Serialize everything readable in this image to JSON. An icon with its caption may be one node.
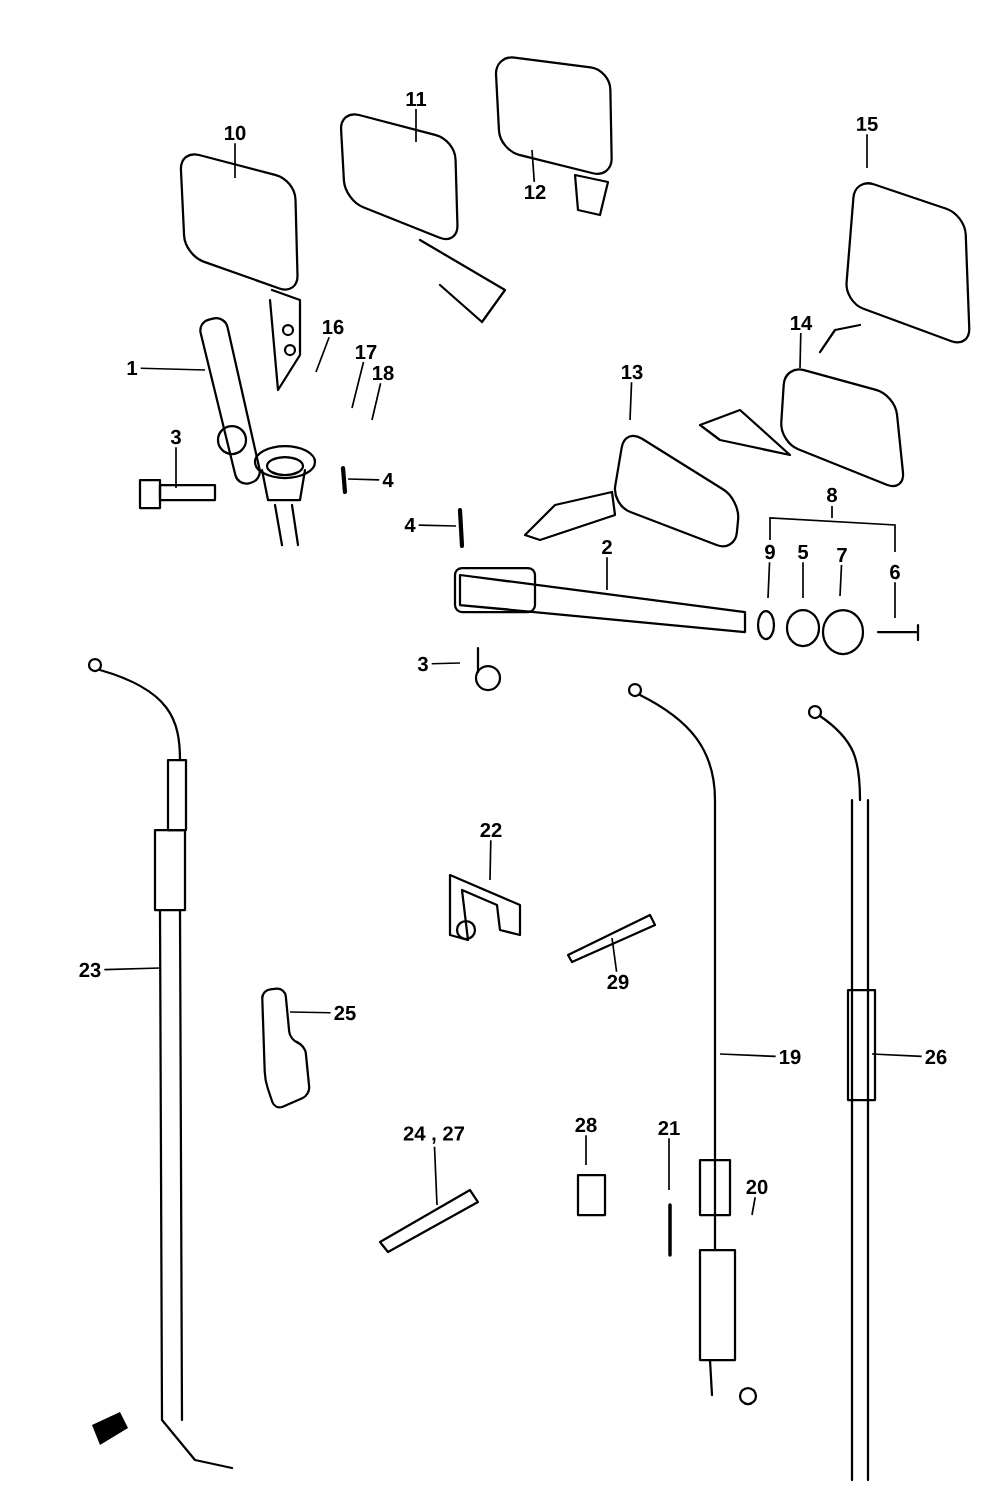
{
  "diagram": {
    "nodes": [
      {
        "text": [
          "10"
        ]
      },
      {
        "text": [
          "11"
        ]
      },
      {
        "text": [
          "12"
        ]
      },
      {
        "text": [
          "15"
        ]
      },
      {
        "text": [
          "1"
        ]
      },
      {
        "text": [
          "16"
        ]
      },
      {
        "text": [
          "17"
        ]
      },
      {
        "text": [
          "18"
        ]
      },
      {
        "text": [
          "14"
        ]
      },
      {
        "text": [
          "13"
        ]
      },
      {
        "text": [
          "3"
        ]
      },
      {
        "text": [
          "4"
        ]
      },
      {
        "text": [
          "4"
        ]
      },
      {
        "text": [
          "2"
        ]
      },
      {
        "text": [
          "8"
        ]
      },
      {
        "text": [
          "9"
        ]
      },
      {
        "text": [
          "5"
        ]
      },
      {
        "text": [
          "7"
        ]
      },
      {
        "text": [
          "6"
        ]
      },
      {
        "text": [
          "3"
        ]
      },
      {
        "text": [
          "22"
        ]
      },
      {
        "text": [
          "29"
        ]
      },
      {
        "text": [
          "23"
        ]
      },
      {
        "text": [
          "25"
        ]
      },
      {
        "text": [
          "24 , 27"
        ]
      },
      {
        "text": [
          "28"
        ]
      },
      {
        "text": [
          "19"
        ]
      },
      {
        "text": [
          "26"
        ]
      },
      {
        "text": [
          "21"
        ]
      },
      {
        "text": [
          "20"
        ]
      }
    ],
    "edges": [
      {
        "from": 0,
        "to": null,
        "arrow": "none"
      },
      {
        "from": 1,
        "to": null,
        "arrow": "none"
      },
      {
        "from": 2,
        "to": null,
        "arrow": "none"
      },
      {
        "from": 3,
        "to": null,
        "arrow": "none"
      },
      {
        "from": 4,
        "to": null,
        "arrow": "none"
      },
      {
        "from": 5,
        "to": null,
        "arrow": "none"
      },
      {
        "from": 6,
        "to": null,
        "arrow": "none"
      },
      {
        "from": 7,
        "to": null,
        "arrow": "none"
      },
      {
        "from": 8,
        "to": null,
        "arrow": "none"
      },
      {
        "from": 9,
        "to": null,
        "arrow": "none"
      },
      {
        "from": 10,
        "to": null,
        "arrow": "none"
      },
      {
        "from": 11,
        "to": null,
        "arrow": "none"
      },
      {
        "from": 12,
        "to": null,
        "arrow": "none"
      },
      {
        "from": 13,
        "to": null,
        "arrow": "none"
      },
      {
        "from": 15,
        "to": null,
        "arrow": "none"
      },
      {
        "from": 16,
        "to": null,
        "arrow": "none"
      },
      {
        "from": 17,
        "to": null,
        "arrow": "none"
      },
      {
        "from": 18,
        "to": null,
        "arrow": "none"
      },
      {
        "from": 19,
        "to": null,
        "arrow": "none"
      },
      {
        "from": 20,
        "to": null,
        "arrow": "none"
      },
      {
        "from": 21,
        "to": null,
        "arrow": "none"
      },
      {
        "from": 22,
        "to": null,
        "arrow": "none"
      },
      {
        "from": 23,
        "to": null,
        "arrow": "none"
      },
      {
        "from": 24,
        "to": null,
        "arrow": "none"
      },
      {
        "from": 25,
        "to": null,
        "arrow": "none"
      },
      {
        "from": 26,
        "to": null,
        "arrow": "none"
      },
      {
        "from": 27,
        "to": null,
        "arrow": "none"
      },
      {
        "from": 28,
        "to": null,
        "arrow": "none"
      },
      {
        "from": 29,
        "to": null,
        "arrow": "none"
      }
    ]
  }
}
